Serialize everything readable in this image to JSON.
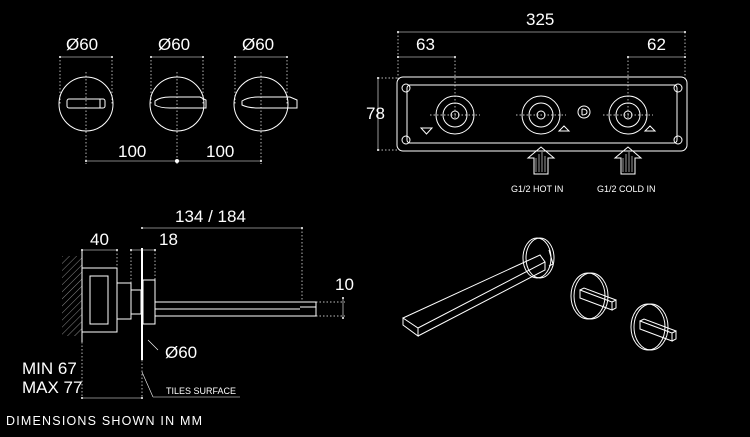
{
  "top_left": {
    "diameters": [
      "Ø60",
      "Ø60",
      "Ø60"
    ],
    "spacings": [
      "100",
      "100"
    ]
  },
  "top_right": {
    "overall_width": "325",
    "left_offset": "63",
    "right_offset": "62",
    "height": "78",
    "hot_inlet": "G1/2 HOT IN",
    "cold_inlet": "G1/2 COLD IN"
  },
  "side_view": {
    "projection": "134 / 184",
    "depth": "40",
    "plate": "18",
    "spout_height": "10",
    "rosette_diameter": "Ø60",
    "min_depth": "MIN 67",
    "max_depth": "MAX 77",
    "tiles_label": "TILES SURFACE"
  },
  "footer": {
    "note": "DIMENSIONS SHOWN IN MM"
  }
}
